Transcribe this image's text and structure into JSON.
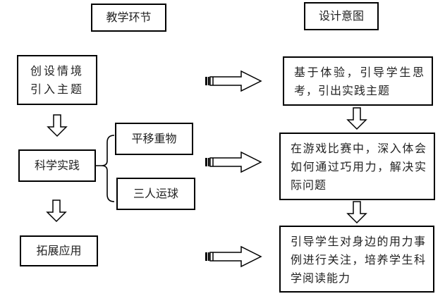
{
  "headers": {
    "teaching_steps": "教学环节",
    "design_intent": "设计意图"
  },
  "steps": [
    {
      "label_line1": "创设情境",
      "label_line2": "引入主题"
    },
    {
      "label": "科学实践"
    },
    {
      "label": "拓展应用"
    }
  ],
  "sub_activities": [
    "平移重物",
    "三人运球"
  ],
  "intents": [
    "基于体验，引导学生思考，引出实践主题",
    "在游戏比赛中，深入体会如何通过巧用力，解决实际问题",
    "引导学生对身边的用力事例进行关注，培养学生科学阅读能力"
  ]
}
